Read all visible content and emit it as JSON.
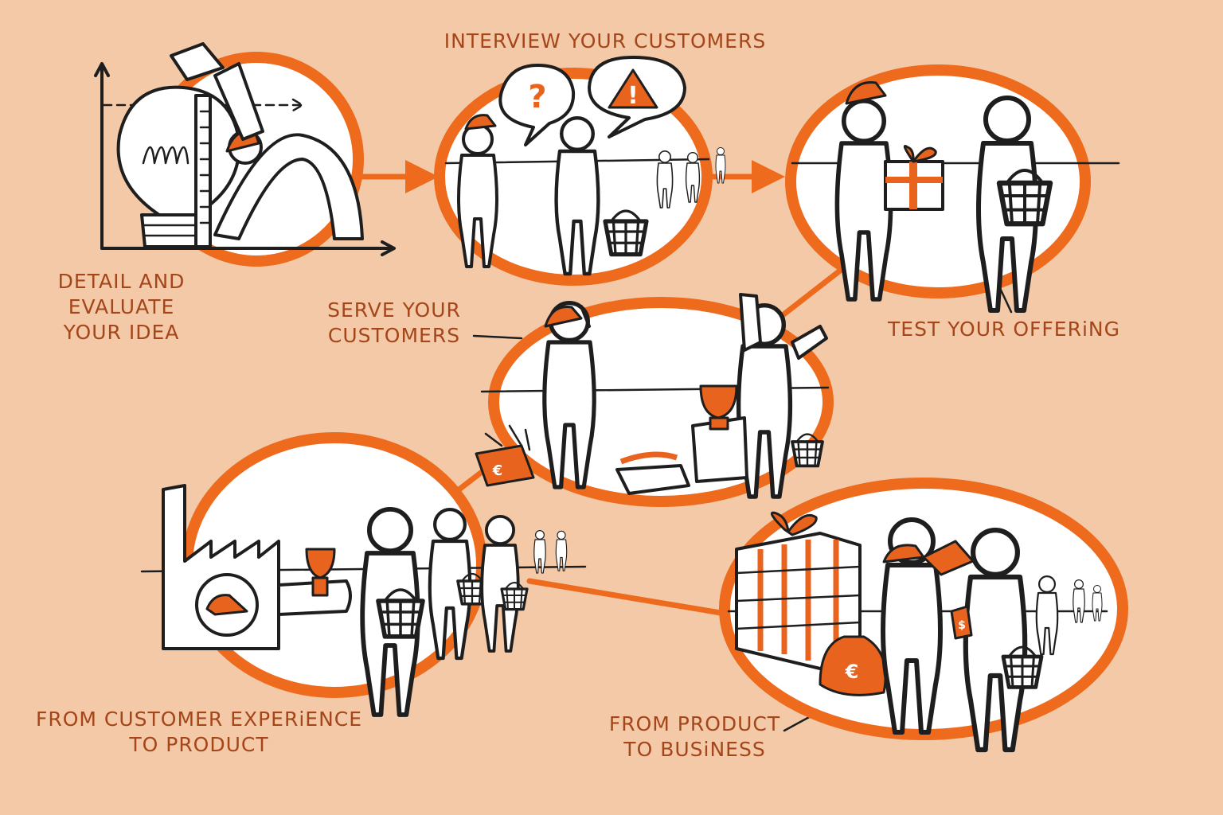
{
  "steps": [
    {
      "id": "detail",
      "title": "DETAIL AND\nEVALUATE\nYOUR IDEA"
    },
    {
      "id": "interview",
      "title": "INTERVIEW YOUR CUSTOMERS"
    },
    {
      "id": "test",
      "title": "TEST YOUR OFFERiNG"
    },
    {
      "id": "serve",
      "title": "SERVE YOUR\nCUSTOMERS"
    },
    {
      "id": "experience",
      "title": "FROM CUSTOMER EXPERiENCE\nTO PRODUCT"
    },
    {
      "id": "business",
      "title": "FROM PRODUCT\nTO BUSiNESS"
    }
  ],
  "symbols": {
    "question": "?",
    "warning": "!",
    "euro": "€",
    "dollar": "$"
  },
  "colors": {
    "background": "#f4c9a8",
    "accent": "#ee6a1c",
    "text": "#a4451a",
    "ink": "#1e1e1e"
  }
}
